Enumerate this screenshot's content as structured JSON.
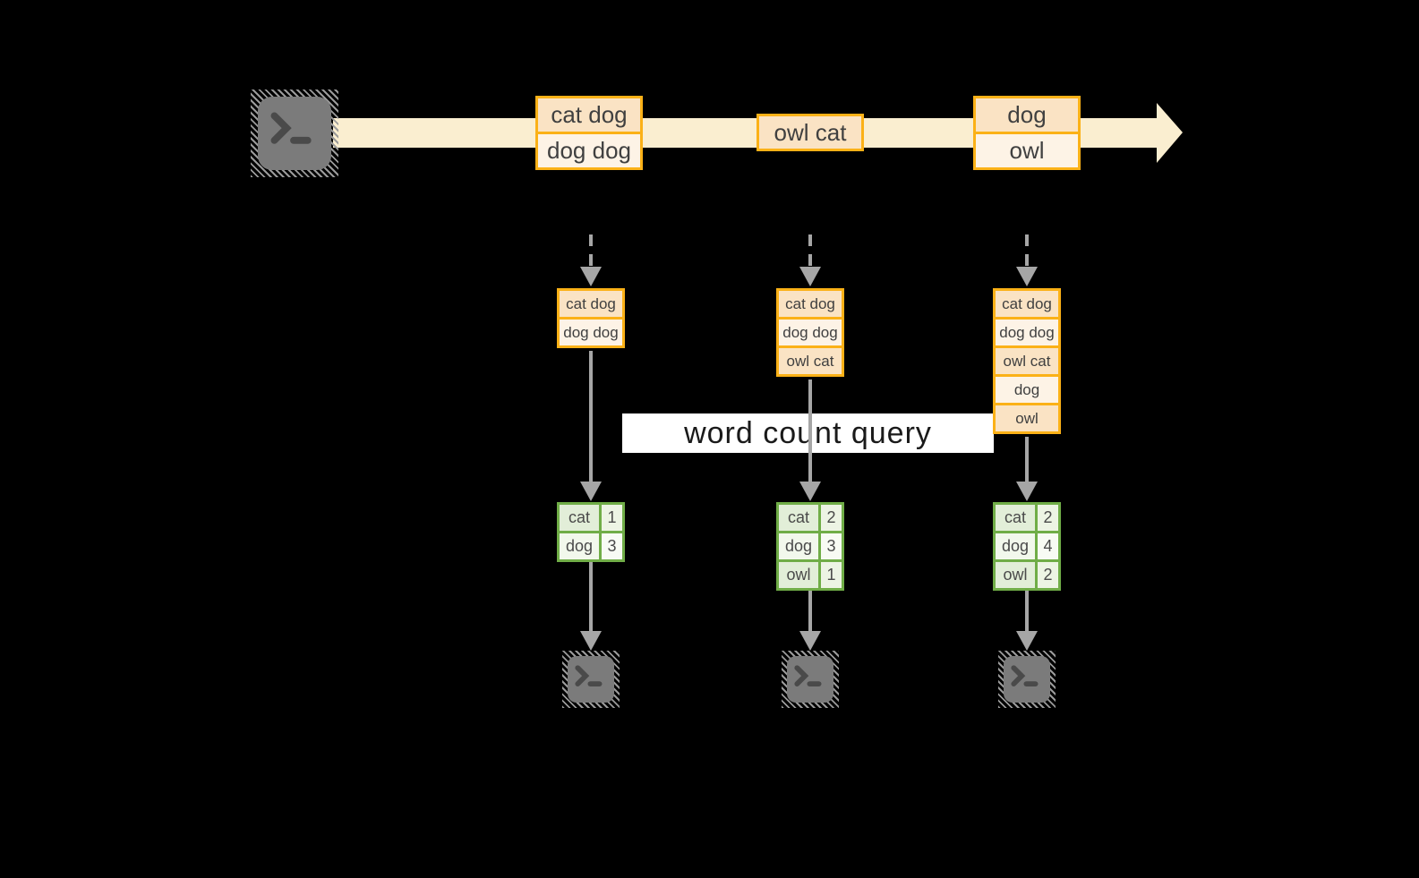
{
  "query_label": "word count query",
  "colors": {
    "background": "#000000",
    "stream_band": "#FAEED0",
    "record_border": "#FBB117",
    "record_fill_dark": "#FAE3C4",
    "record_fill_light": "#FDF3E6",
    "record_text": "#404040",
    "arrow_gray": "#A6A6A6",
    "table_border": "#70AD47",
    "table_fill_dark": "#E2EED8",
    "table_fill_light": "#F2F8EC",
    "query_band_bg": "#FFFFFF",
    "query_text": "#1A1A1A",
    "terminal_fill": "#7B7B7B"
  },
  "stream_events": [
    {
      "records": [
        "cat dog",
        "dog dog"
      ]
    },
    {
      "records": [
        "owl cat"
      ]
    },
    {
      "records": [
        "dog",
        "owl"
      ]
    }
  ],
  "pipelines": [
    {
      "buffer": [
        "cat dog",
        "dog dog"
      ],
      "counts": [
        {
          "word": "cat",
          "count": "1"
        },
        {
          "word": "dog",
          "count": "3"
        }
      ]
    },
    {
      "buffer": [
        "cat dog",
        "dog dog",
        "owl cat"
      ],
      "counts": [
        {
          "word": "cat",
          "count": "2"
        },
        {
          "word": "dog",
          "count": "3"
        },
        {
          "word": "owl",
          "count": "1"
        }
      ]
    },
    {
      "buffer": [
        "cat dog",
        "dog dog",
        "owl cat",
        "dog",
        "owl"
      ],
      "counts": [
        {
          "word": "cat",
          "count": "2"
        },
        {
          "word": "dog",
          "count": "4"
        },
        {
          "word": "owl",
          "count": "2"
        }
      ]
    }
  ]
}
